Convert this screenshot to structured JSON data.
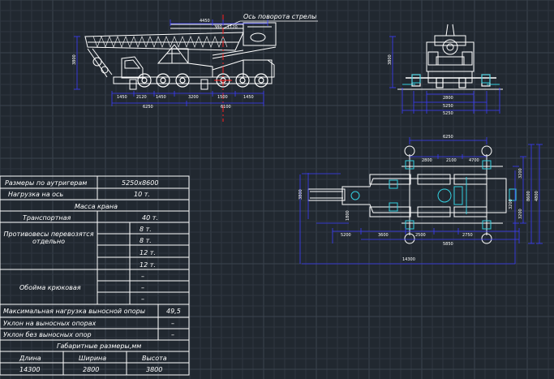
{
  "colors": {
    "background": "#212830",
    "grid": "#2e3640",
    "grid_major": "#3a434e",
    "drawing": "#ffffff",
    "dimension": "#3c3cff",
    "axis": "#ff2020",
    "table_line": "#ffffff",
    "table_text": "#ffffff"
  },
  "side_view": {
    "axis_label": "Ось поворота стрелы",
    "dims_top": [
      "4450",
      "380",
      "1120"
    ],
    "dim_height": "3800",
    "dims_bottom": [
      "1450",
      "2120",
      "1450",
      "3200",
      "1500",
      "1450"
    ],
    "dim_total_left": "6250",
    "dim_total_right": "6100"
  },
  "front_view": {
    "dim_height": "3800",
    "dims_bottom": [
      "2800",
      "5250"
    ]
  },
  "plan_view": {
    "dim_top": "6250",
    "dims_top_inner": [
      "2800",
      "2100",
      "4700"
    ],
    "dims_left": [
      "3800"
    ],
    "dims_right": [
      "3200",
      "8600",
      "4800",
      "3200"
    ],
    "dims_bottom": [
      "5200",
      "3600",
      "2500",
      "2750"
    ],
    "dim_middle": "5850",
    "dim_total": "14300",
    "dim_inner_left": "1800"
  },
  "table": {
    "rows": [
      {
        "label": "Размеры по аутригерам",
        "value": "5250х8600"
      },
      {
        "label": "Нагрузка на ось",
        "value": "10 т."
      },
      {
        "label": "Масса крана"
      },
      {
        "label": "Транспортная",
        "value": "40 т."
      }
    ],
    "counterweights_label": "Противовесы перевозятся отдельно",
    "counterweights_values": [
      "8 т.",
      "8 т.",
      "12 т.",
      "12 т."
    ],
    "hook_label": "Обойма крюковая",
    "hook_values": [
      "–",
      "–",
      "–"
    ],
    "max_load_label": "Максимальная нагрузка выносной опоры",
    "max_load_value": "49,5",
    "slope_with_label": "Уклон на выносных опорах",
    "slope_with_value": "–",
    "slope_without_label": "Уклон без выносных опор",
    "slope_without_value": "–",
    "dims_header": "Габаритные размеры,мм",
    "dims_columns": [
      "Длина",
      "Ширина",
      "Высота"
    ],
    "dims_values": [
      "14300",
      "2800",
      "3800"
    ]
  }
}
